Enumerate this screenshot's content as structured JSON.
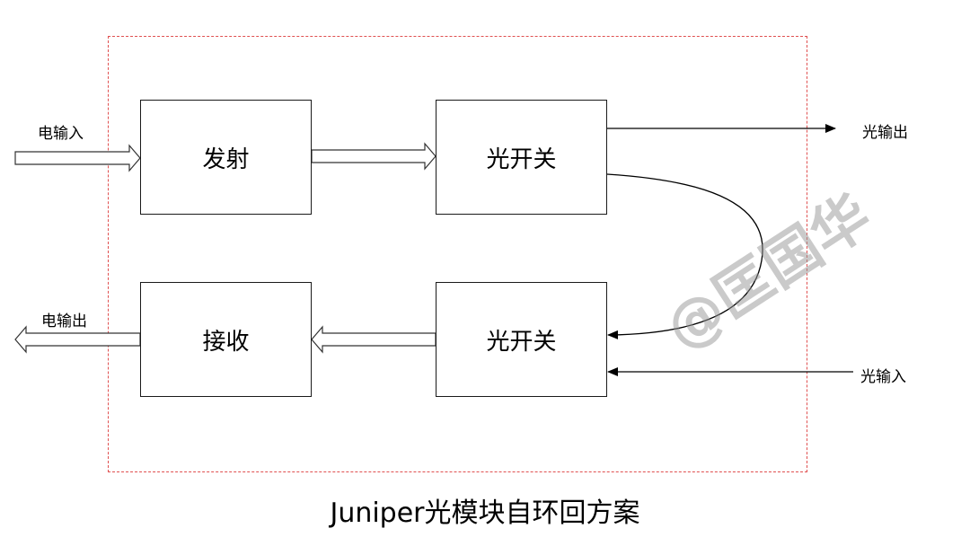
{
  "blocks": {
    "transmit": "发射",
    "optical_switch_top": "光开关",
    "receive": "接收",
    "optical_switch_bottom": "光开关"
  },
  "labels": {
    "electrical_input": "电输入",
    "optical_output": "光输出",
    "electrical_output": "电输出",
    "optical_input": "光输入"
  },
  "watermark": "@匡国华",
  "title": "Juniper光模块自环回方案",
  "colors": {
    "boundary": "#e05050",
    "watermark": "#969696"
  }
}
